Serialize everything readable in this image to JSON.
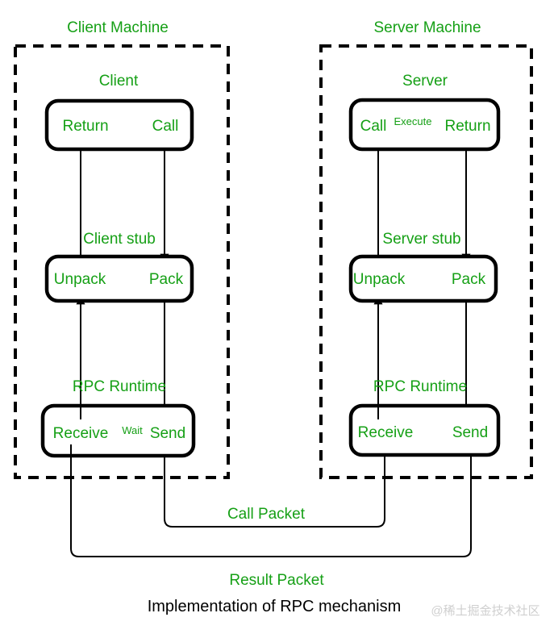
{
  "colors": {
    "green": "#16A016",
    "black": "#000000",
    "watermark_gray": "#cfcfcf"
  },
  "client": {
    "machine_title": "Client Machine",
    "app_label": "Client",
    "app_box": {
      "left_label": "Return",
      "right_label": "Call"
    },
    "stub_label": "Client stub",
    "stub_box": {
      "left_label": "Unpack",
      "right_label": "Pack"
    },
    "runtime_label": "RPC Runtime",
    "runtime_box": {
      "left_label": "Receive",
      "mid_label": "Wait",
      "right_label": "Send"
    }
  },
  "server": {
    "machine_title": "Server Machine",
    "app_label": "Server",
    "app_box": {
      "left_label": "Call",
      "mid_label": "Execute",
      "right_label": "Return"
    },
    "stub_label": "Server stub",
    "stub_box": {
      "left_label": "Unpack",
      "right_label": "Pack"
    },
    "runtime_label": "RPC Runtime",
    "runtime_box": {
      "left_label": "Receive",
      "right_label": "Send"
    }
  },
  "connectors": {
    "call_packet_label": "Call Packet",
    "result_packet_label": "Result Packet"
  },
  "caption": "Implementation of RPC mechanism",
  "watermark": "@稀土掘金技术社区"
}
